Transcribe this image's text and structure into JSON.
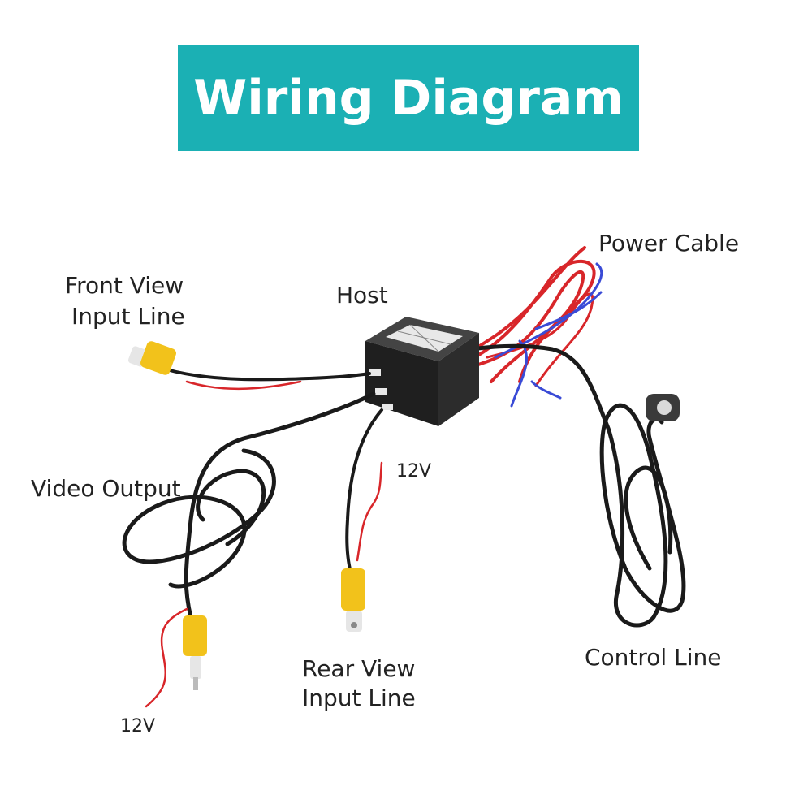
{
  "title": "Wiring Diagram",
  "labels": {
    "front_view_line1": "Front View",
    "front_view_line2": "Input Line",
    "host": "Host",
    "power_cable": "Power Cable",
    "video_output": "Video Output",
    "voltage_left": "12V",
    "voltage_middle": "12V",
    "rear_view_line1": "Rear View",
    "rear_view_line2": "Input Line",
    "control_line": "Control Line"
  },
  "colors": {
    "banner": "#1bb0b4",
    "connector_yellow": "#f2c21b",
    "cable_black": "#1a1a1a",
    "wire_red": "#d8262a",
    "wire_blue": "#3a4bd6"
  }
}
